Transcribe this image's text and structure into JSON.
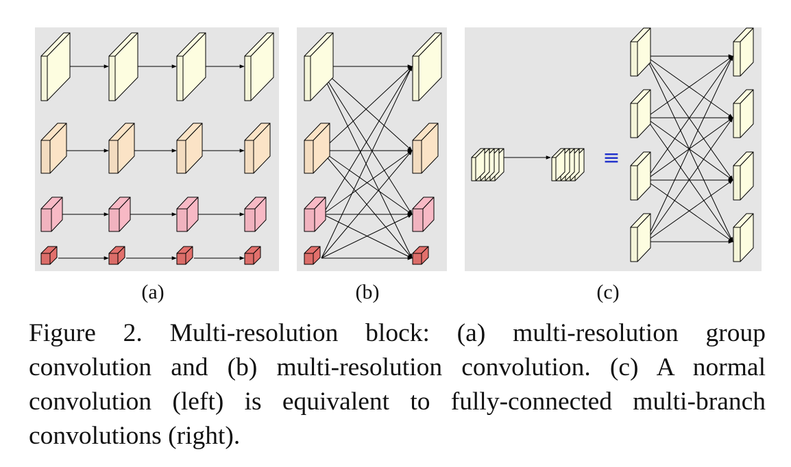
{
  "figure": {
    "panels": [
      {
        "id": "a",
        "label": "(a)"
      },
      {
        "id": "b",
        "label": "(b)"
      },
      {
        "id": "c",
        "label": "(c)"
      }
    ],
    "equiv_symbol": "≡",
    "colors": {
      "panel_background": "#e5e5e5",
      "branch_1": "#fdfde0",
      "branch_2": "#fbe3c6",
      "branch_3": "#f8b9c5",
      "branch_4": "#e2706c",
      "equiv_symbol": "#2233cc"
    }
  },
  "caption": "Figure 2. Multi-resolution block: (a) multi-resolution group convolution and (b) multi-resolution convolution. (c) A normal convolution (left) is equivalent to fully-connected multi-branch convolutions (right)."
}
